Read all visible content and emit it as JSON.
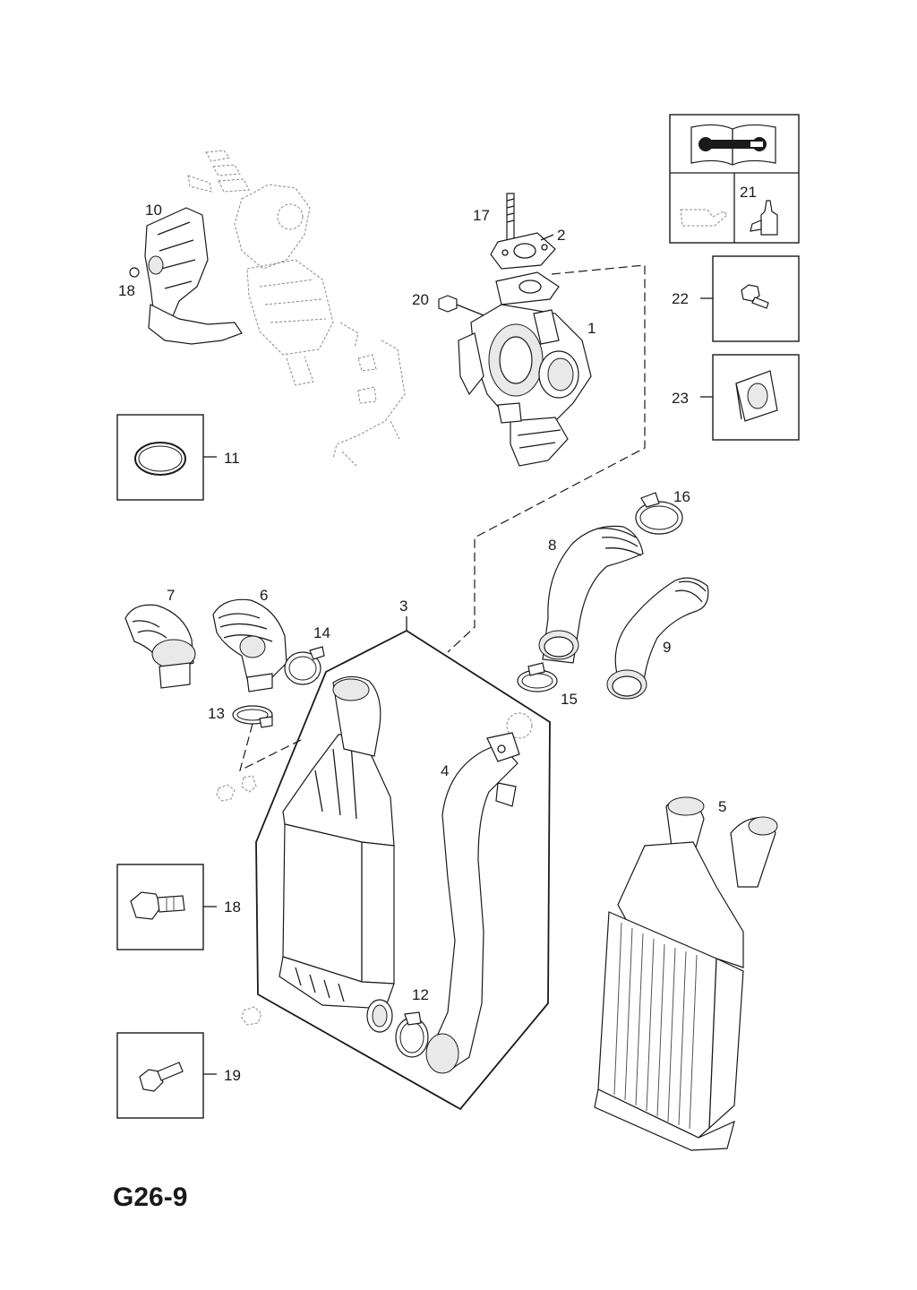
{
  "diagram": {
    "code": "G26-9",
    "callouts": {
      "c1": "1",
      "c2": "2",
      "c3": "3",
      "c4": "4",
      "c5": "5",
      "c6": "6",
      "c7": "7",
      "c8": "8",
      "c9": "9",
      "c10": "10",
      "c11": "11",
      "c12": "12",
      "c13": "13",
      "c14": "14",
      "c15": "15",
      "c16": "16",
      "c17": "17",
      "c18a": "18",
      "c18b": "18",
      "c19": "19",
      "c20": "20",
      "c21": "21",
      "c22": "22",
      "c23": "23"
    },
    "icons": {
      "manual": "repair-manual-icon",
      "oil": "oil-can-icon",
      "sealant": "sealant-tube-icon",
      "bolt": "bolt-icon",
      "clip": "clip-icon",
      "ring": "o-ring-icon"
    }
  }
}
